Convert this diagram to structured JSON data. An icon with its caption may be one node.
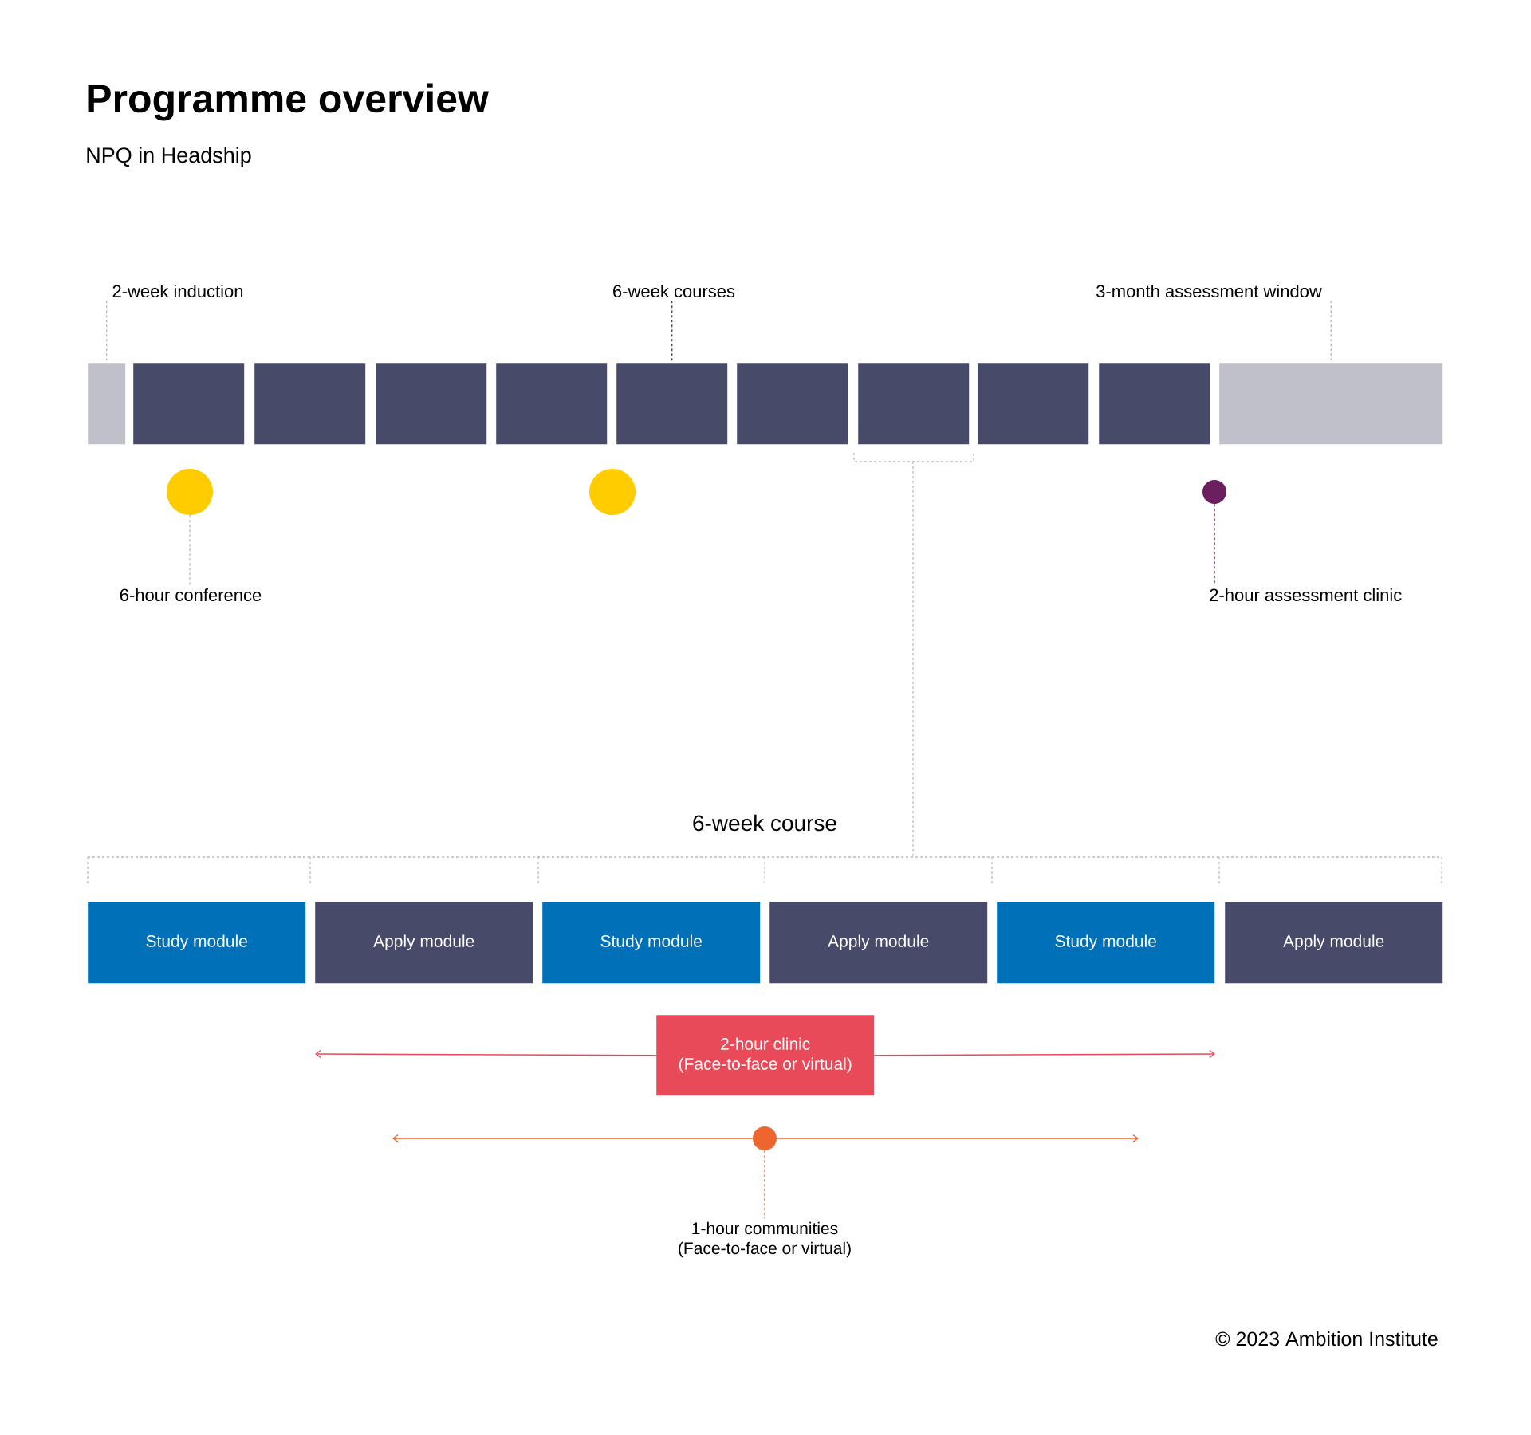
{
  "diagram": {
    "title": "Programme overview",
    "nodes": [
      {
        "text": [
          "2-week induction"
        ]
      },
      {
        "text": [
          "6-week courses"
        ]
      },
      {
        "text": [
          "3-month assessment window"
        ]
      },
      {
        "text": [],
        "shape": "box"
      },
      {
        "text": [],
        "shape": "box"
      },
      {
        "text": [],
        "shape": "box"
      },
      {
        "text": [],
        "shape": "box"
      },
      {
        "text": [],
        "shape": "box"
      },
      {
        "text": [],
        "shape": "box"
      },
      {
        "text": [],
        "shape": "box"
      },
      {
        "text": [],
        "shape": "box"
      },
      {
        "text": [],
        "shape": "box"
      },
      {
        "text": [],
        "shape": "box"
      },
      {
        "text": [],
        "shape": "box"
      },
      {
        "text": [],
        "shape": "circle"
      },
      {
        "text": [],
        "shape": "circle"
      },
      {
        "text": [],
        "shape": "circle"
      },
      {
        "text": [
          "6-hour conference"
        ]
      },
      {
        "text": [
          "2-hour assessment clinic"
        ]
      },
      {
        "text": [
          "Study module"
        ]
      },
      {
        "text": [
          "Apply module"
        ]
      },
      {
        "text": [
          "Study module"
        ]
      },
      {
        "text": [
          "Apply module"
        ]
      },
      {
        "text": [
          "Study module"
        ]
      },
      {
        "text": [
          "Apply module"
        ]
      },
      {
        "text": [
          "2-hour clinic",
          "(Face-to-face or virtual)"
        ]
      },
      {
        "text": [],
        "shape": "circle"
      },
      {
        "text": [
          "1-hour communities",
          "(Face-to-face or virtual)"
        ]
      }
    ],
    "edges": [
      {
        "from": 0,
        "to": 3,
        "arrow": "none",
        "style": "dashed"
      },
      {
        "from": 1,
        "to": 8,
        "arrow": "none",
        "style": "dashed",
        "color": "#474b69"
      },
      {
        "from": 2,
        "to": 13,
        "arrow": "none",
        "style": "dashed"
      },
      {
        "from": 14,
        "to": 17,
        "arrow": "none",
        "style": "dashed"
      },
      {
        "from": 16,
        "to": 18,
        "arrow": "none",
        "style": "dashed",
        "color": "#6b1f5e"
      },
      {
        "from": 25,
        "to": null,
        "arrow": "to",
        "color": "#e84a5a"
      },
      {
        "from": 25,
        "to": null,
        "arrow": "to",
        "color": "#e84a5a"
      },
      {
        "from": 26,
        "to": null,
        "arrow": "to",
        "color": "#ee6530"
      },
      {
        "from": 26,
        "to": null,
        "arrow": "to",
        "color": "#ee6530"
      },
      {
        "from": 26,
        "to": 27,
        "arrow": "none",
        "style": "dashed",
        "color": "#ee6530"
      }
    ],
    "labels": [
      "NPQ in Headship",
      "6-week course",
      "© 2023 Ambition Institute"
    ]
  }
}
